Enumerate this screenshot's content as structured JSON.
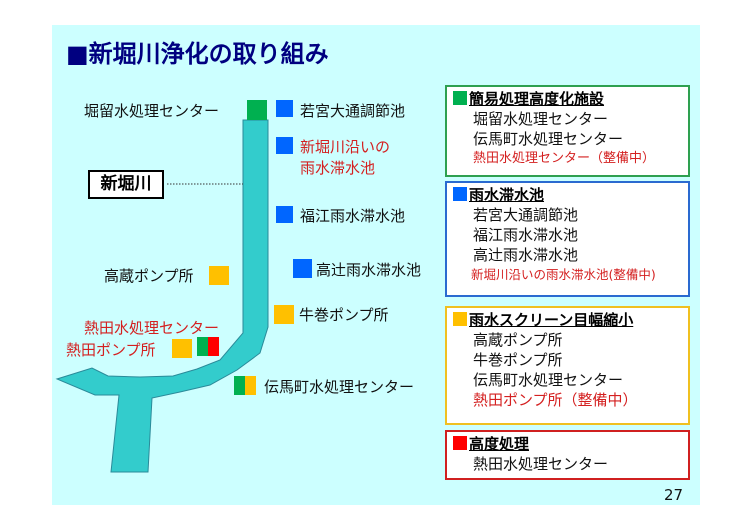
{
  "title": "■新堀川浄化の取り組み",
  "river_label": "新堀川",
  "colors": {
    "green": "#00b050",
    "blue": "#0066ff",
    "yellow": "#ffc000",
    "red": "#ff0000",
    "river": "#33cccc",
    "title": "#000080"
  },
  "map_labels": {
    "horidome": "堀留水処理センター",
    "wakamiya": "若宮大通調節池",
    "shinhorikawa_pond": [
      "新堀川沿いの",
      "雨水滞水池"
    ],
    "fukue": "福江雨水滞水池",
    "takatsuji": "高辻雨水滞水池",
    "takakura": "高蔵ポンプ所",
    "ushimaki": "牛巻ポンプ所",
    "atsuta_center": "熱田水処理センター",
    "atsuta_pump": "熱田ポンプ所",
    "denmacho": "伝馬町水処理センター"
  },
  "legend": [
    {
      "heading": "簡易処理高度化施設",
      "items": [
        "堀留水処理センター",
        "伝馬町水処理センター"
      ],
      "pending": [
        "熱田水処理センター（整備中）"
      ]
    },
    {
      "heading": "雨水滞水池",
      "items": [
        "若宮大通調節池",
        "福江雨水滞水池",
        "高辻雨水滞水池"
      ],
      "pending": [
        "新堀川沿いの雨水滞水池(整備中)"
      ]
    },
    {
      "heading": "雨水スクリーン目幅縮小",
      "items": [
        "高蔵ポンプ所",
        "牛巻ポンプ所",
        "伝馬町水処理センター"
      ],
      "pending": [
        "熱田ポンプ所（整備中）"
      ]
    },
    {
      "heading": "高度処理",
      "items": [
        "熱田水処理センター"
      ],
      "pending": []
    }
  ],
  "page_number": "27"
}
